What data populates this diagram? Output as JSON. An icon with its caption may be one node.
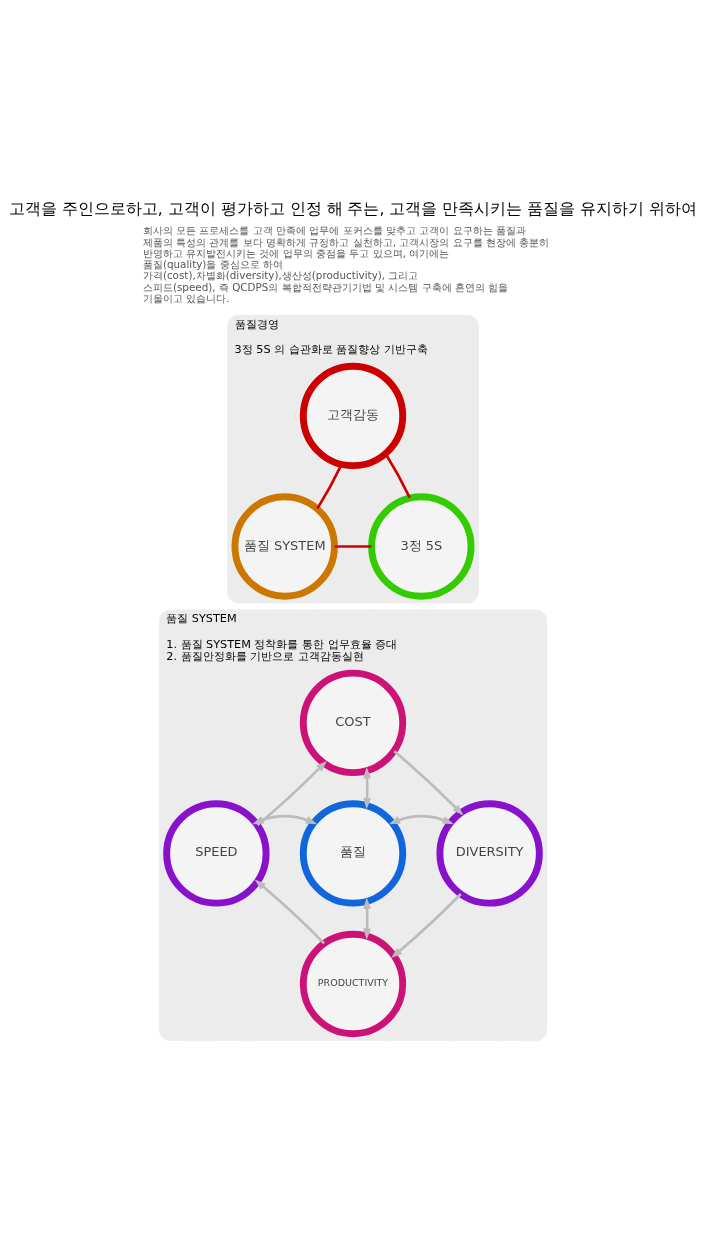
{
  "diagram": {
    "title": "고객을 주인으로하고, 고객이 평가하고 인정 해 주는, 고객을 만족시키는 품질을 유지하기 위하여",
    "nodes": [
      {
        "text": [
          "품질경영",
          "3정 5S 의 습관화로 품질향상 기반구축"
        ]
      },
      {
        "text": [
          "고객감동"
        ],
        "in": 0
      },
      {
        "text": [
          "품질 SYSTEM"
        ],
        "in": 0
      },
      {
        "text": [
          "3정 5S"
        ],
        "in": 0
      },
      {
        "text": [
          "품질 SYSTEM",
          "1. 품질 SYSTEM 정착화를 통한 업무효율 증대",
          "2. 품질안정화를 기반으로 고객감동실현"
        ]
      },
      {
        "text": [
          "COST"
        ],
        "in": 4
      },
      {
        "text": [
          "SPEED"
        ],
        "in": 4
      },
      {
        "text": [
          "품질"
        ],
        "in": 4
      },
      {
        "text": [
          "DIVERSITY"
        ],
        "in": 4
      },
      {
        "text": [
          "PRODUCTIVITY"
        ],
        "in": 4
      }
    ],
    "edges": [
      {
        "from": 1,
        "to": 2,
        "arrow": "none",
        "color": "#cc0000"
      },
      {
        "from": 1,
        "to": 3,
        "arrow": "none",
        "color": "#cc0000"
      },
      {
        "from": 2,
        "to": 3,
        "arrow": "none",
        "color": "#cc0000"
      },
      {
        "from": 6,
        "to": 5,
        "arrow": "to"
      },
      {
        "from": 5,
        "to": 8,
        "arrow": "to"
      },
      {
        "from": 8,
        "to": 9,
        "arrow": "to"
      },
      {
        "from": 9,
        "to": 6,
        "arrow": "to"
      },
      {
        "from": 7,
        "to": 5,
        "arrow": "both"
      },
      {
        "from": 7,
        "to": 6,
        "arrow": "both"
      },
      {
        "from": 7,
        "to": 8,
        "arrow": "both"
      },
      {
        "from": 7,
        "to": 9,
        "arrow": "both"
      }
    ],
    "labels": [
      "회사의 모든 프로세스를 고객 만족에 업무에 포커스를 맞추고 고객이 요구하는 품질과 제품의 특성의 관계를 보다 명확하게 규정하고 실천하고, 고객시장의 요구를 현장에 충분히 반영하고 유지발전시키는 것에 업무의 중점을 두고 있으며, 여기에는 품질(quality)을 중심으로 하여 가격(cost),차별화(diversity),생산성(productivity), 그리고 스피드(speed), 즉 QCDPS의 **복합적전략관기기법 및 시스템 구축**에 혼연의 힘을 기울이고 있습니다."
    ]
  }
}
